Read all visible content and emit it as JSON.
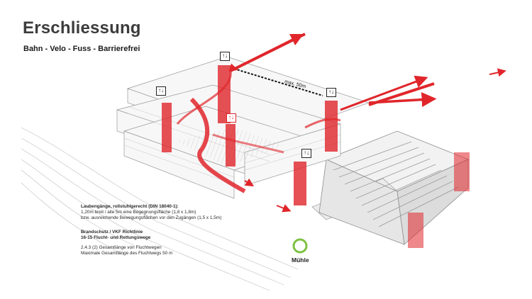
{
  "header": {
    "title": "Erschliessung",
    "subtitle": "Bahn - Velo - Fuss - Barrierefrei"
  },
  "annotations": {
    "distance": "max. 50m",
    "muehle": "Mühle"
  },
  "notes": {
    "laubengaenge": {
      "heading": "Laubengänge, rollstuhlgerecht (DIN 18040-1):",
      "line1": "1,20m breit / alle 5m eine Begegnungsfläche (1,8 x 1,8m)",
      "line2": "bzw. ausreichende Bewegungsflächen vor den Zugängen (1,5 x 1,5m)"
    },
    "brandschutz": {
      "heading1": "Brandschutz / VKF Richtlinie",
      "heading2": "16-15 Flucht- und Rettungswege",
      "line1": "2.4.3 (2) Gesamtlänge von Fluchtwegen",
      "line2": "Maximale Gesamtlänge des Fluchtwegs 50 m"
    }
  },
  "icons": {
    "lift": "elevator-icon",
    "arrow": "red-arrow-icon",
    "marker": "green-circle-marker"
  },
  "colors": {
    "accent_red": "#e0262b",
    "marker_green": "#7dc242",
    "building_line": "#9a9a9a",
    "title": "#3c3c3c"
  }
}
